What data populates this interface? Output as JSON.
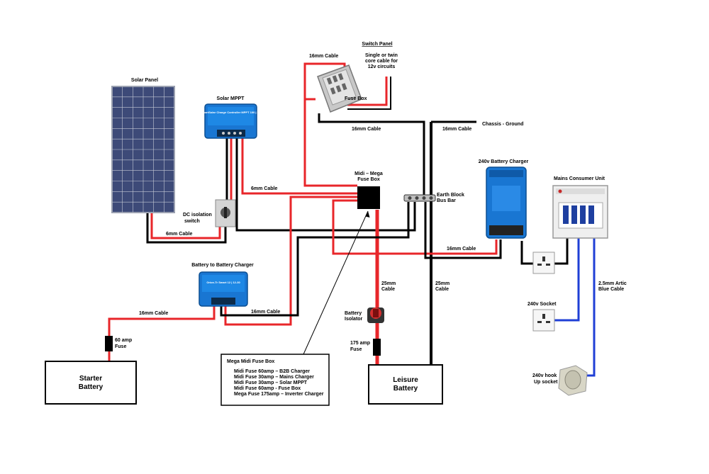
{
  "labels": {
    "solar_panel": "Solar Panel",
    "solar_mppt": "Solar MPPT",
    "mppt_device_text": "SmartSolar Charge Controller MPPT 100 | 30",
    "switch_panel": "Switch Panel",
    "switch_note": [
      "Single or twin",
      "core cable for",
      "12v circuits"
    ],
    "fuse_box": "Fuse Box",
    "cable_16mm_top": "16mm Cable",
    "cable_16mm_mid": "16mm Cable",
    "cable_16mm_right": "16mm Cable",
    "chassis_ground": "Chassis - Ground",
    "midi_mega": [
      "Midi – Mega",
      "Fuse Box"
    ],
    "earth_block": [
      "Earth Block",
      "Bus Bar"
    ],
    "charger_240v": "240v Battery Charger",
    "mains_consumer_unit": "Mains Consumer Unit",
    "cable_6mm_mppt": "6mm Cable",
    "dc_isolation": [
      "DC isolation",
      "switch"
    ],
    "cable_6mm_panel": "6mm Cable",
    "cable_16mm_charger": "16mm Cable",
    "b2b_charger": "Battery to Battery Charger",
    "b2b_device_text": "Orion-Tr Smart 12 | 12-30",
    "cable_16mm_left": "16mm Cable",
    "cable_16mm_b2b": "16mm Cable",
    "cable_25mm_a": [
      "25mm",
      "Cable"
    ],
    "cable_25mm_b": [
      "25mm",
      "Cable"
    ],
    "arctic_cable": [
      "2.5mm Artic",
      "Blue Cable"
    ],
    "battery_isolator": [
      "Battery",
      "Isolator"
    ],
    "fuse_60": [
      "60 amp",
      "Fuse"
    ],
    "fuse_175": [
      "175 amp",
      "Fuse"
    ],
    "socket_240v": "240v Socket",
    "hookup_240v": [
      "240v hook",
      "Up socket"
    ],
    "starter_battery": [
      "Starter",
      "Battery"
    ],
    "leisure_battery": [
      "Leisure",
      "Battery"
    ]
  },
  "legend": {
    "title": "Mega Midi Fuse Box",
    "lines": [
      "Midi Fuse   60amp – B2B Charger",
      "Midi Fuse   30amp – Mains Charger",
      "Midi Fuse   30amp – Solar MPPT",
      "Midi Fuse   60amp  - Fuse Box",
      "Mega Fuse 175amp – Inverter Charger"
    ]
  },
  "colors": {
    "positive": "#e8262a",
    "negative": "#000000",
    "ac": "#1f3fd6",
    "victron_blue": "#1976d2",
    "panel": "#4a5a8a"
  }
}
